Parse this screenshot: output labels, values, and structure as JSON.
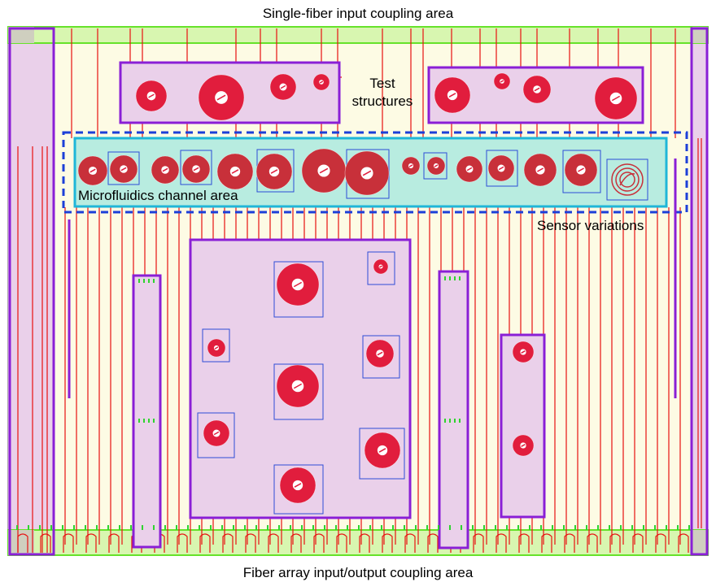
{
  "labels": {
    "top": "Single-fiber input coupling area",
    "bottom": "Fiber array input/output coupling area",
    "test_line1": "Test",
    "test_line2": "structures",
    "microfluidics": "Microfluidics channel area",
    "sensor": "Sensor variations"
  },
  "colors": {
    "background_die": "#fdfbe4",
    "waveguide": "#e81010",
    "ring_fill": "#e11d3d",
    "ring_dark": "#c8303a",
    "purple_region": "#8a1fd6",
    "purple_fill": "#ead0ea",
    "coupling_strip": "#d8f6b0",
    "coupling_border": "#66e22a",
    "microfluidics_fill": "#b8ece0",
    "microfluidics_border": "#1fb6d8",
    "sensor_box": "#2d4dd6",
    "grating_coupler": "#2fd32f"
  },
  "icons": [
    "ring-resonator-icon",
    "spiral-sensor-icon",
    "grating-coupler-icon"
  ]
}
